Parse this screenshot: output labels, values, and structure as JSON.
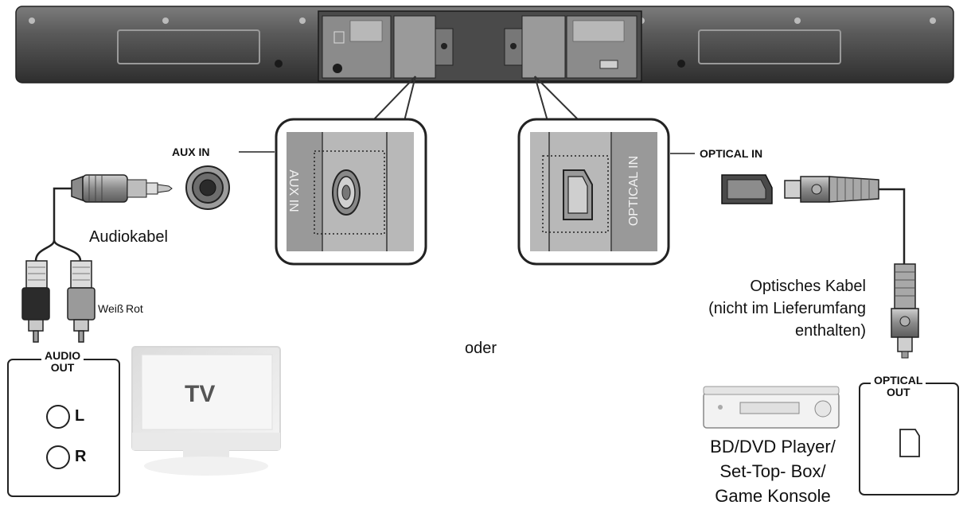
{
  "soundbar": {
    "aux_zoom_label": "AUX IN",
    "optical_zoom_label": "OPTICAL IN"
  },
  "left": {
    "aux_in_label": "AUX IN",
    "audio_cable_label": "Audiokabel",
    "white_label": "Weiß",
    "red_label": "Rot",
    "audio_out_label_line1": "AUDIO",
    "audio_out_label_line2": "OUT",
    "left_channel": "L",
    "right_channel": "R",
    "tv_label": "TV"
  },
  "center": {
    "or_label": "oder"
  },
  "right": {
    "optical_in_label": "OPTICAL IN",
    "optical_cable_line1": "Optisches Kabel",
    "optical_cable_line2": "(nicht im Lieferumfang",
    "optical_cable_line3": "enthalten)",
    "optical_out_line1": "OPTICAL",
    "optical_out_line2": "OUT",
    "device_line1": "BD/DVD Player/",
    "device_line2": "Set-Top- Box/",
    "device_line3": "Game Konsole"
  }
}
